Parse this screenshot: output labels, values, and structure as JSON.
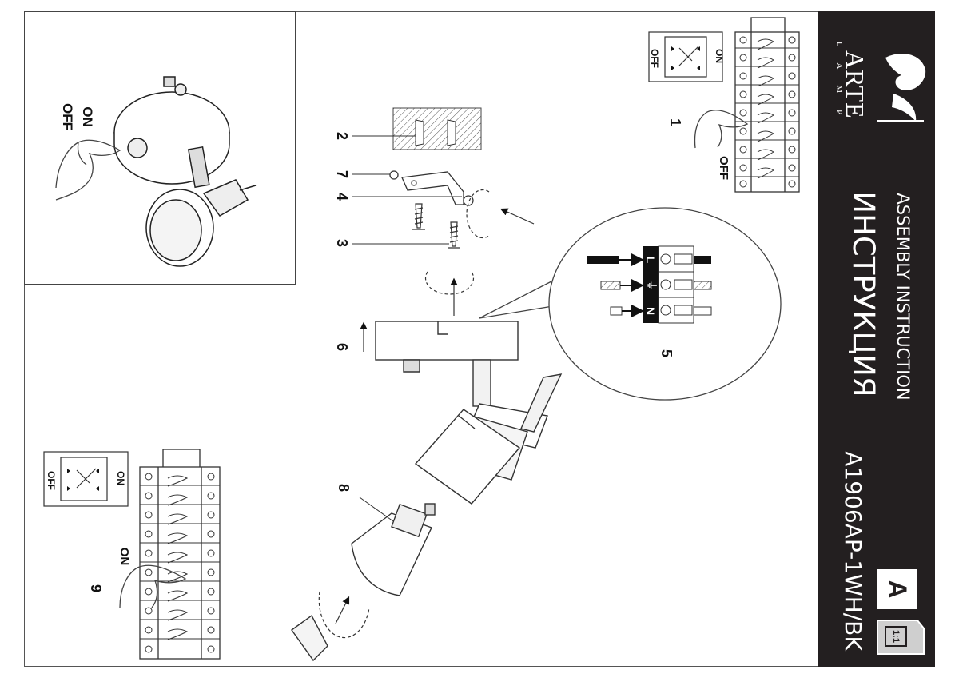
{
  "brand": {
    "name": "ARTE",
    "subtitle": "L A M P"
  },
  "header": {
    "title_en": "ASSEMBLY INSTRUCTION",
    "title_ru": "ИНСТРУКЦИЯ",
    "model": "A1906AP-1WH/BK",
    "badge_letter": "A"
  },
  "steps": {
    "s1": "1",
    "s2": "2",
    "s3": "3",
    "s4": "4",
    "s5": "5",
    "s6": "6",
    "s7": "7",
    "s8": "8",
    "s9": "9"
  },
  "labels": {
    "on": "ON",
    "off": "OFF",
    "wire_l": "L",
    "wire_earth": "⏚",
    "wire_n": "N"
  }
}
